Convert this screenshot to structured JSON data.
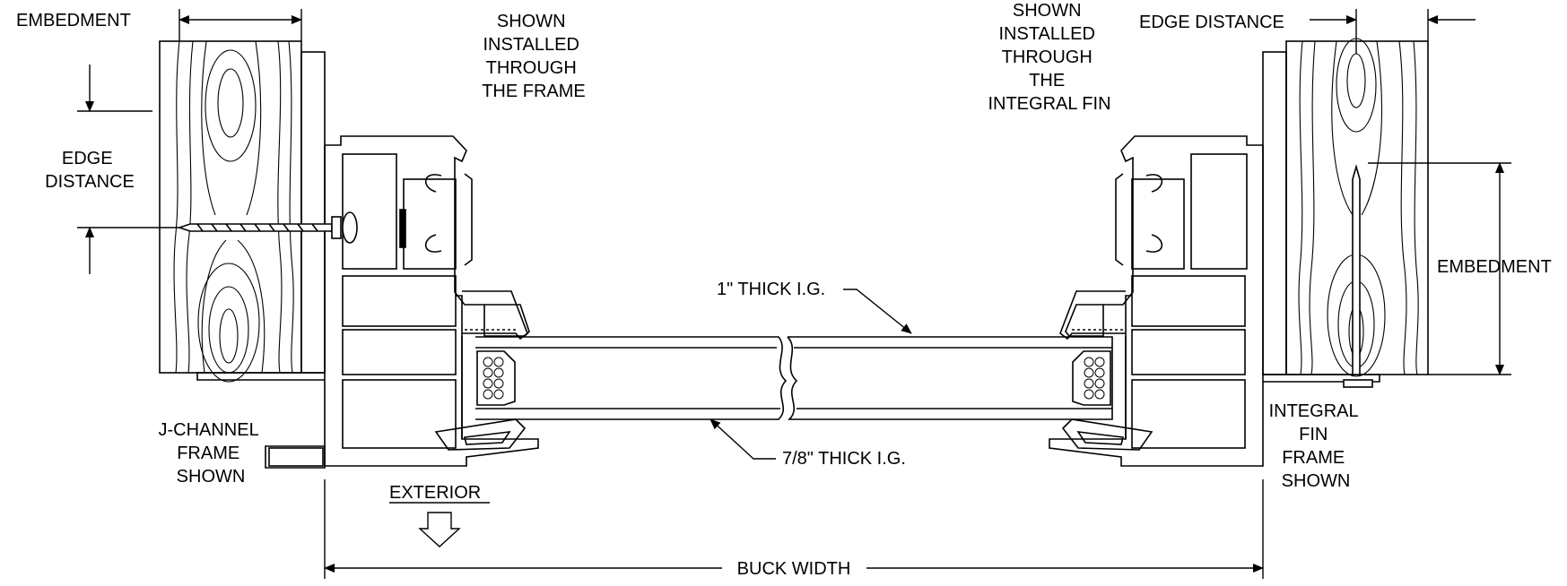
{
  "labels": {
    "embedment_left": "EMBEDMENT",
    "edge_distance_left": [
      "EDGE",
      "DISTANCE"
    ],
    "shown_through_frame": [
      "SHOWN",
      "INSTALLED",
      "THROUGH",
      "THE FRAME"
    ],
    "shown_through_fin": [
      "SHOWN",
      "INSTALLED",
      "THROUGH",
      "THE",
      "INTEGRAL FIN"
    ],
    "edge_distance_right": "EDGE DISTANCE",
    "embedment_right": "EMBEDMENT",
    "ig_1in": "1\" THICK I.G.",
    "ig_7_8in": "7/8\" THICK I.G.",
    "j_channel": [
      "J-CHANNEL",
      "FRAME",
      "SHOWN"
    ],
    "integral_fin": [
      "INTEGRAL",
      "FIN",
      "FRAME",
      "SHOWN"
    ],
    "exterior": "EXTERIOR",
    "buck_width": "BUCK WIDTH"
  },
  "colors": {
    "line": "#000000",
    "background": "#ffffff"
  }
}
